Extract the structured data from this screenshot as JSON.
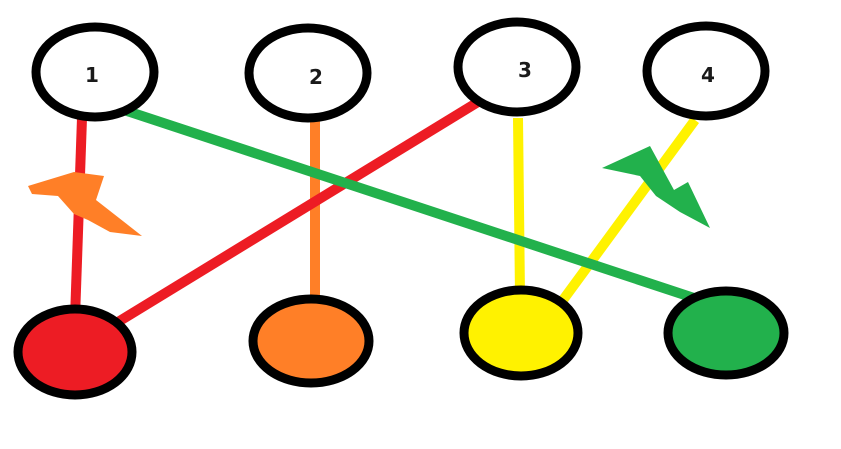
{
  "diagram": {
    "top_nodes": [
      {
        "id": "n1",
        "label": "1"
      },
      {
        "id": "n2",
        "label": "2"
      },
      {
        "id": "n3",
        "label": "3"
      },
      {
        "id": "n4",
        "label": "4"
      }
    ],
    "bottom_nodes": [
      {
        "id": "red",
        "color": "#ed1c24"
      },
      {
        "id": "orange",
        "color": "#ff7f27"
      },
      {
        "id": "yellow",
        "color": "#fff200"
      },
      {
        "id": "green",
        "color": "#22b14c"
      }
    ],
    "connections": [
      {
        "from": "n1",
        "to": "red",
        "color": "#ed1c24"
      },
      {
        "from": "n1",
        "to": "green",
        "color": "#22b14c"
      },
      {
        "from": "n2",
        "to": "orange",
        "color": "#ff7f27"
      },
      {
        "from": "n3",
        "to": "red",
        "color": "#ed1c24"
      },
      {
        "from": "n3",
        "to": "yellow",
        "color": "#fff200"
      },
      {
        "from": "n4",
        "to": "yellow",
        "color": "#fff200"
      }
    ],
    "markers": [
      {
        "on": "n1-red",
        "color": "#ff7f27"
      },
      {
        "on": "n4-yellow",
        "color": "#22b14c"
      }
    ],
    "outline_color": "#000000"
  }
}
